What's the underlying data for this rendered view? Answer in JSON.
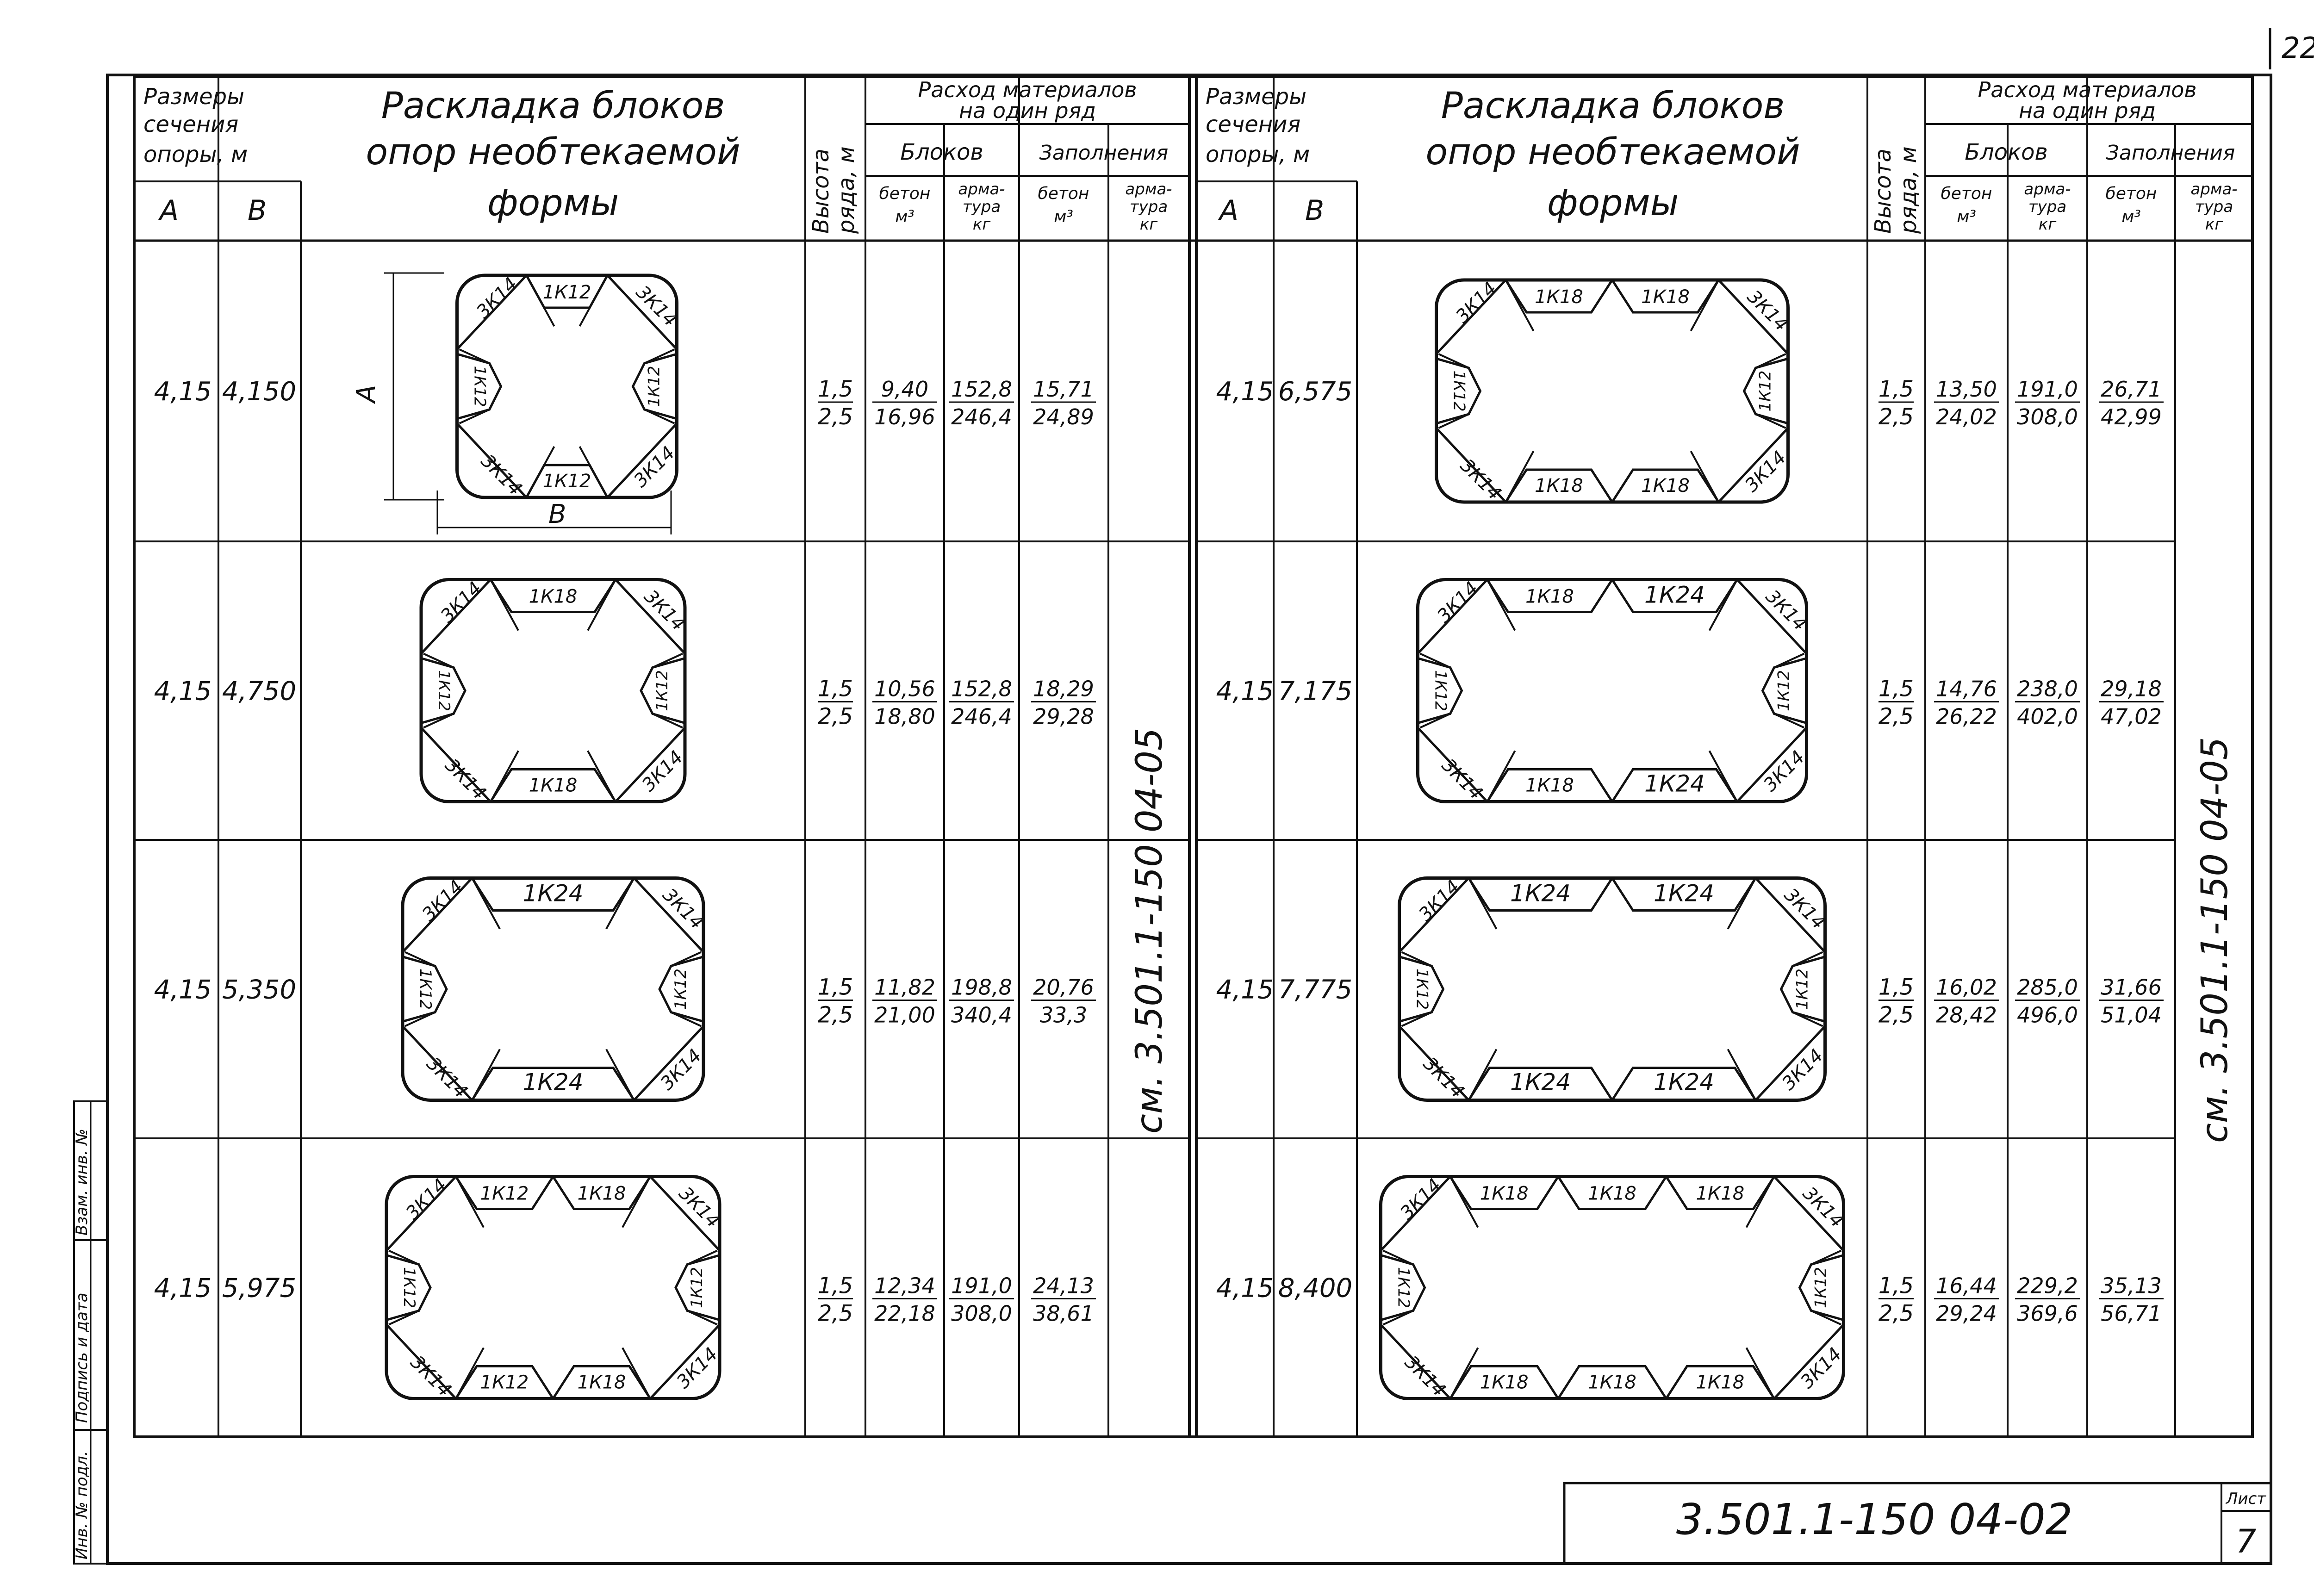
{
  "page_number_top": "22",
  "headers": {
    "section_sizes": [
      "Размеры",
      "сечения",
      "опоры, м"
    ],
    "col_a": "А",
    "col_b": "В",
    "layout": [
      "Раскладка блоков",
      "опор необтекаемой",
      "формы"
    ],
    "row_height": [
      "Высота",
      "ряда, м"
    ],
    "consumption": [
      "Расход материалов",
      "на один ряд"
    ],
    "blocks": "Блоков",
    "filling": "Заполнения",
    "concrete": [
      "бетон",
      "м³"
    ],
    "rebar": [
      "арма-",
      "тура",
      "кг"
    ]
  },
  "heights": [
    "1,5",
    "2,5"
  ],
  "reference_note": "см. 3.501.1-150 04-05",
  "dimension_labels": {
    "a": "А",
    "b": "В"
  },
  "left_rows": [
    {
      "a": "4,15",
      "b": "4,150",
      "concrete_blocks": [
        "9,40",
        "16,96"
      ],
      "rebar_blocks": [
        "152,8",
        "246,4"
      ],
      "concrete_fill": [
        "15,71",
        "24,89"
      ],
      "blocks": {
        "top": [
          "1К12"
        ],
        "bottom": [
          "1К12"
        ],
        "side": "1К12",
        "corner": "3К14"
      }
    },
    {
      "a": "4,15",
      "b": "4,750",
      "concrete_blocks": [
        "10,56",
        "18,80"
      ],
      "rebar_blocks": [
        "152,8",
        "246,4"
      ],
      "concrete_fill": [
        "18,29",
        "29,28"
      ],
      "blocks": {
        "top": [
          "1К18"
        ],
        "bottom": [
          "1К18"
        ],
        "side": "1К12",
        "corner": "3К14"
      }
    },
    {
      "a": "4,15",
      "b": "5,350",
      "concrete_blocks": [
        "11,82",
        "21,00"
      ],
      "rebar_blocks": [
        "198,8",
        "340,4"
      ],
      "concrete_fill": [
        "20,76",
        "33,3"
      ],
      "blocks": {
        "top": [
          "1К24"
        ],
        "bottom": [
          "1К24"
        ],
        "side": "1К12",
        "corner": "3К14"
      }
    },
    {
      "a": "4,15",
      "b": "5,975",
      "concrete_blocks": [
        "12,34",
        "22,18"
      ],
      "rebar_blocks": [
        "191,0",
        "308,0"
      ],
      "concrete_fill": [
        "24,13",
        "38,61"
      ],
      "blocks": {
        "top": [
          "1К12",
          "1К18"
        ],
        "bottom": [
          "1К12",
          "1К18"
        ],
        "side": "1К12",
        "corner": "3К14"
      }
    }
  ],
  "right_rows": [
    {
      "a": "4,15",
      "b": "6,575",
      "concrete_blocks": [
        "13,50",
        "24,02"
      ],
      "rebar_blocks": [
        "191,0",
        "308,0"
      ],
      "concrete_fill": [
        "26,71",
        "42,99"
      ],
      "blocks": {
        "top": [
          "1К18",
          "1К18"
        ],
        "bottom": [
          "1К18",
          "1К18"
        ],
        "side": "1К12",
        "corner": "3К14"
      }
    },
    {
      "a": "4,15",
      "b": "7,175",
      "concrete_blocks": [
        "14,76",
        "26,22"
      ],
      "rebar_blocks": [
        "238,0",
        "402,0"
      ],
      "concrete_fill": [
        "29,18",
        "47,02"
      ],
      "blocks": {
        "top": [
          "1К18",
          "1К24"
        ],
        "bottom": [
          "1К18",
          "1К24"
        ],
        "side": "1К12",
        "corner": "3К14"
      }
    },
    {
      "a": "4,15",
      "b": "7,775",
      "concrete_blocks": [
        "16,02",
        "28,42"
      ],
      "rebar_blocks": [
        "285,0",
        "496,0"
      ],
      "concrete_fill": [
        "31,66",
        "51,04"
      ],
      "blocks": {
        "top": [
          "1К24",
          "1К24"
        ],
        "bottom": [
          "1К24",
          "1К24"
        ],
        "side": "1К12",
        "corner": "3К14"
      }
    },
    {
      "a": "4,15",
      "b": "8,400",
      "concrete_blocks": [
        "16,44",
        "29,24"
      ],
      "rebar_blocks": [
        "229,2",
        "369,6"
      ],
      "concrete_fill": [
        "35,13",
        "56,71"
      ],
      "blocks": {
        "top": [
          "1К18",
          "1К18",
          "1К18"
        ],
        "bottom": [
          "1К18",
          "1К18",
          "1К18"
        ],
        "side": "1К12",
        "corner": "3К14"
      }
    }
  ],
  "margin_stamp": [
    "Инв. № подл.",
    "Подпись и дата",
    "Взам. инв. №"
  ],
  "title_block": {
    "code": "3.501.1-150 04-02",
    "sheet_label": "Лист",
    "sheet_number": "7"
  }
}
